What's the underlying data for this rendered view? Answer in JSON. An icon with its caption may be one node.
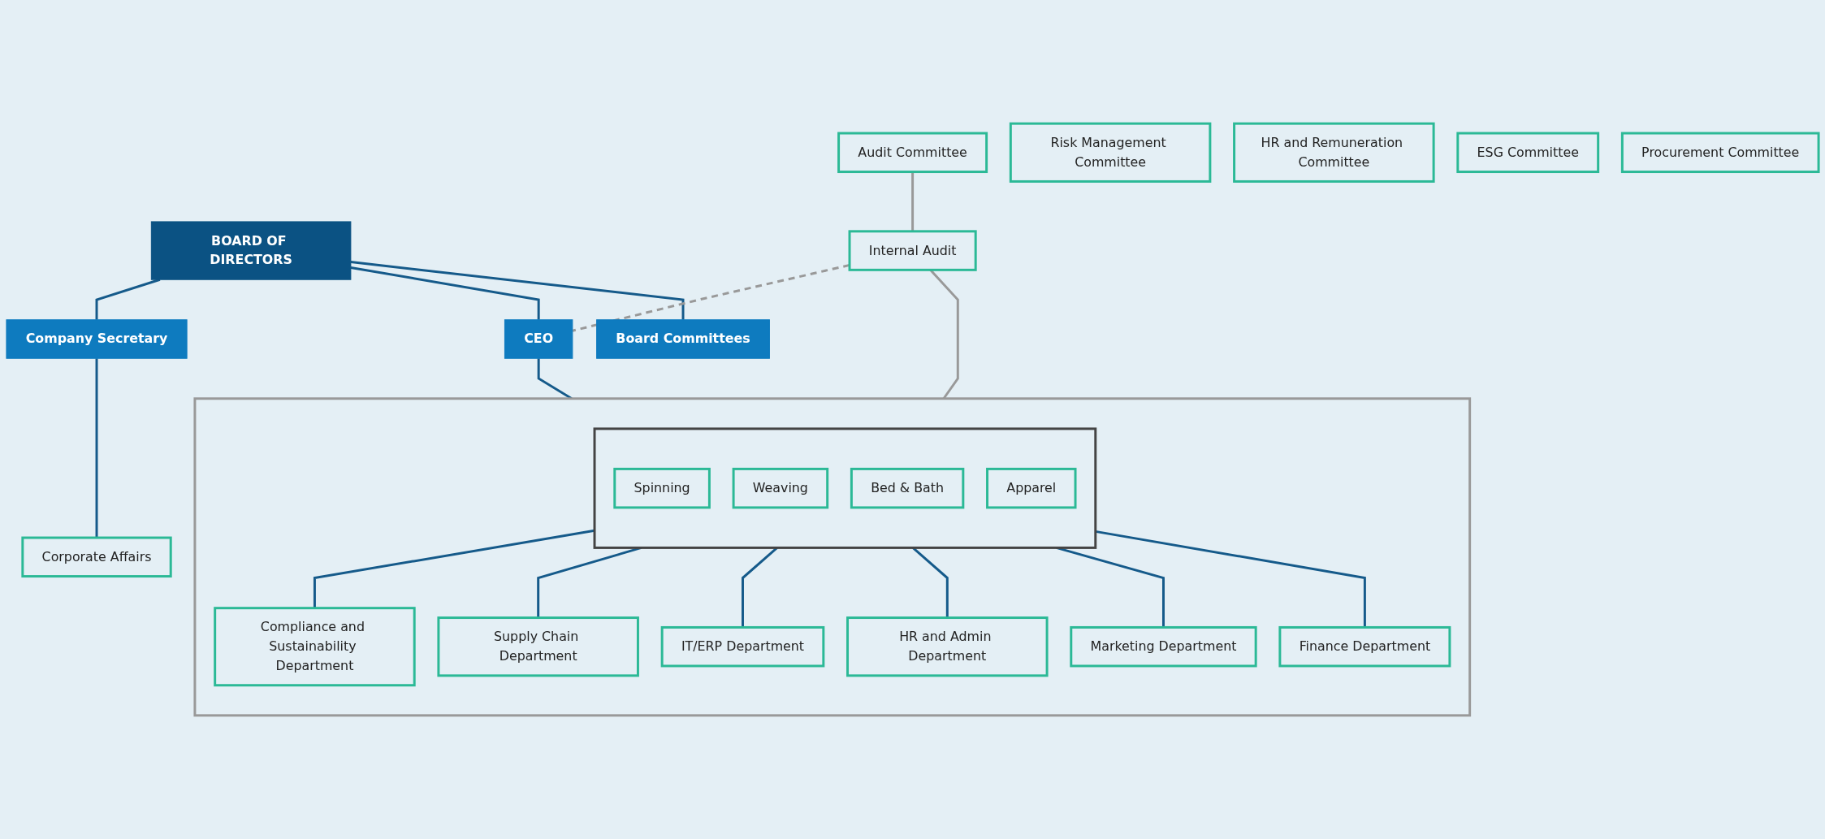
{
  "diagram": {
    "nodes": [
      {
        "text": [
          "BOARD OF DIRECTORS"
        ]
      },
      {
        "text": [
          "Company Secretary"
        ]
      },
      {
        "text": [
          "CEO"
        ]
      },
      {
        "text": [
          "Board Committees"
        ]
      },
      {
        "text": [
          "Corporate Affairs"
        ]
      },
      {
        "text": [
          "Audit Committee"
        ]
      },
      {
        "text": [
          "Risk Management Committee"
        ]
      },
      {
        "text": [
          "HR and Remuneration Committee"
        ]
      },
      {
        "text": [
          "ESG Committee"
        ]
      },
      {
        "text": [
          "Procurement Committee"
        ]
      },
      {
        "text": [
          "Internal Audit"
        ]
      },
      {
        "text": [],
        "shape": "box"
      },
      {
        "text": [],
        "shape": "box",
        "in": 11
      },
      {
        "text": [
          "Spinning"
        ],
        "in": 12
      },
      {
        "text": [
          "Weaving"
        ],
        "in": 12
      },
      {
        "text": [
          "Bed & Bath"
        ],
        "in": 12
      },
      {
        "text": [
          "Apparel"
        ],
        "in": 12
      },
      {
        "text": [
          "Compliance and Sustainability Department"
        ],
        "in": 11
      },
      {
        "text": [
          "Supply Chain Department"
        ],
        "in": 11
      },
      {
        "text": [
          "IT/ERP Department"
        ],
        "in": 11
      },
      {
        "text": [
          "HR and Admin Department"
        ],
        "in": 11
      },
      {
        "text": [
          "Marketing Department"
        ],
        "in": 11
      },
      {
        "text": [
          "Finance Department"
        ],
        "in": 11
      }
    ],
    "edges": [
      {
        "from": 0,
        "to": 1,
        "arrow": "none"
      },
      {
        "from": 0,
        "to": 2,
        "arrow": "none"
      },
      {
        "from": 0,
        "to": 3,
        "arrow": "none"
      },
      {
        "from": 1,
        "to": 4,
        "arrow": "none"
      },
      {
        "from": 2,
        "to": 11,
        "arrow": "none"
      },
      {
        "from": 10,
        "to": 2,
        "arrow": "none",
        "style": "dashed",
        "color": "#999999"
      },
      {
        "from": 5,
        "to": 10,
        "arrow": "none",
        "color": "#999999"
      },
      {
        "from": 10,
        "to": 11,
        "arrow": "none",
        "color": "#999999"
      },
      {
        "from": 12,
        "to": 17,
        "arrow": "none"
      },
      {
        "from": 12,
        "to": 18,
        "arrow": "none"
      },
      {
        "from": 12,
        "to": 19,
        "arrow": "none"
      },
      {
        "from": 12,
        "to": 20,
        "arrow": "none"
      },
      {
        "from": 12,
        "to": 21,
        "arrow": "none"
      },
      {
        "from": 12,
        "to": 22,
        "arrow": "none"
      }
    ]
  }
}
